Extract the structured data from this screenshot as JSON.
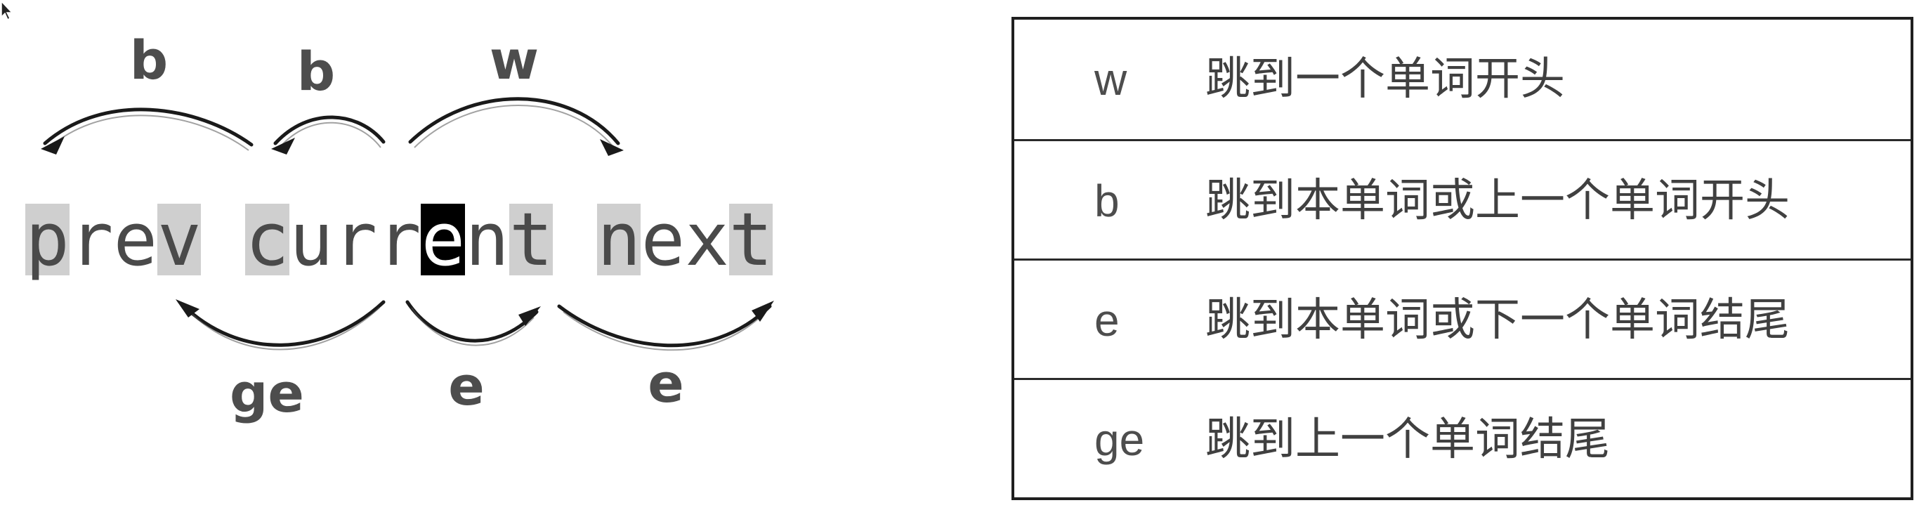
{
  "diagram": {
    "words": [
      {
        "text": "prev",
        "highlight": [
          0,
          3
        ]
      },
      {
        "text": "current",
        "highlight": [
          0,
          6
        ],
        "cursor_index": 4
      },
      {
        "text": "next",
        "highlight": [
          0,
          3
        ]
      }
    ],
    "arrows_above": [
      {
        "label": "b"
      },
      {
        "label": "b"
      },
      {
        "label": "w"
      }
    ],
    "arrows_below": [
      {
        "label": "ge"
      },
      {
        "label": "e"
      },
      {
        "label": "e"
      }
    ]
  },
  "table": {
    "rows": [
      {
        "key": "w",
        "desc": "跳到一个单词开头"
      },
      {
        "key": "b",
        "desc": "跳到本单词或上一个单词开头"
      },
      {
        "key": "e",
        "desc": "跳到本单词或下一个单词结尾"
      },
      {
        "key": "ge",
        "desc": "跳到上一个单词结尾"
      }
    ]
  }
}
